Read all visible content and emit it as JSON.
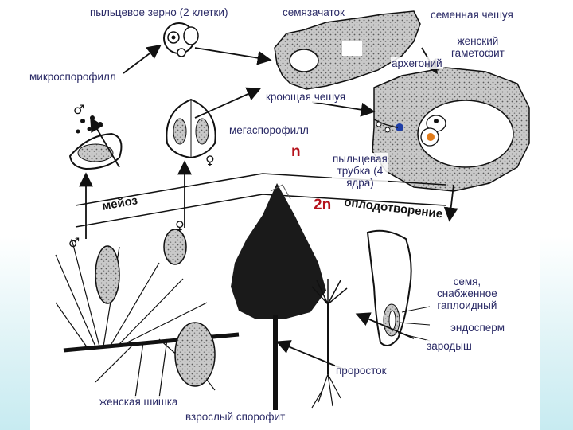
{
  "labels": {
    "pollen_grain": "пыльцевое зерно (2 клетки)",
    "ovule": "семязачаток",
    "seed_scale": "семенная чешуя",
    "female_gametophyte_line1": "женский",
    "female_gametophyte_line2": "гаметофит",
    "archegonium": "архегоний",
    "microsporophyll": "микроспорофилл",
    "cover_scale": "кроющая чешуя",
    "megasporophyll": "мегаспорофилл",
    "pollen_tube_line1": "пыльцевая",
    "pollen_tube_line2": "трубка (4",
    "pollen_tube_line3": "ядра)",
    "seed_line1": "семя,",
    "seed_line2": "снабженное",
    "seed_line3": "гаплоидный",
    "endosperm": "эндосперм",
    "embryo": "зародыш",
    "seedling": "проросток",
    "female_cone": "женская шишка",
    "adult_sporophyte": "взрослый спорофит"
  },
  "phases": {
    "haploid": "n",
    "diploid": "2n",
    "meiosis": "мейоз",
    "fertilization": "оплодотворение"
  },
  "symbols": {
    "male": "♂",
    "female": "♀"
  },
  "colors": {
    "text": "#2a2a66",
    "phase": "#b5121b",
    "ink": "#111111",
    "stipple": "#6d6d6d",
    "nucleus_blue": "#1f3fa8",
    "nucleus_orange": "#e07a18",
    "background_bottom": "#c7ebf1"
  }
}
